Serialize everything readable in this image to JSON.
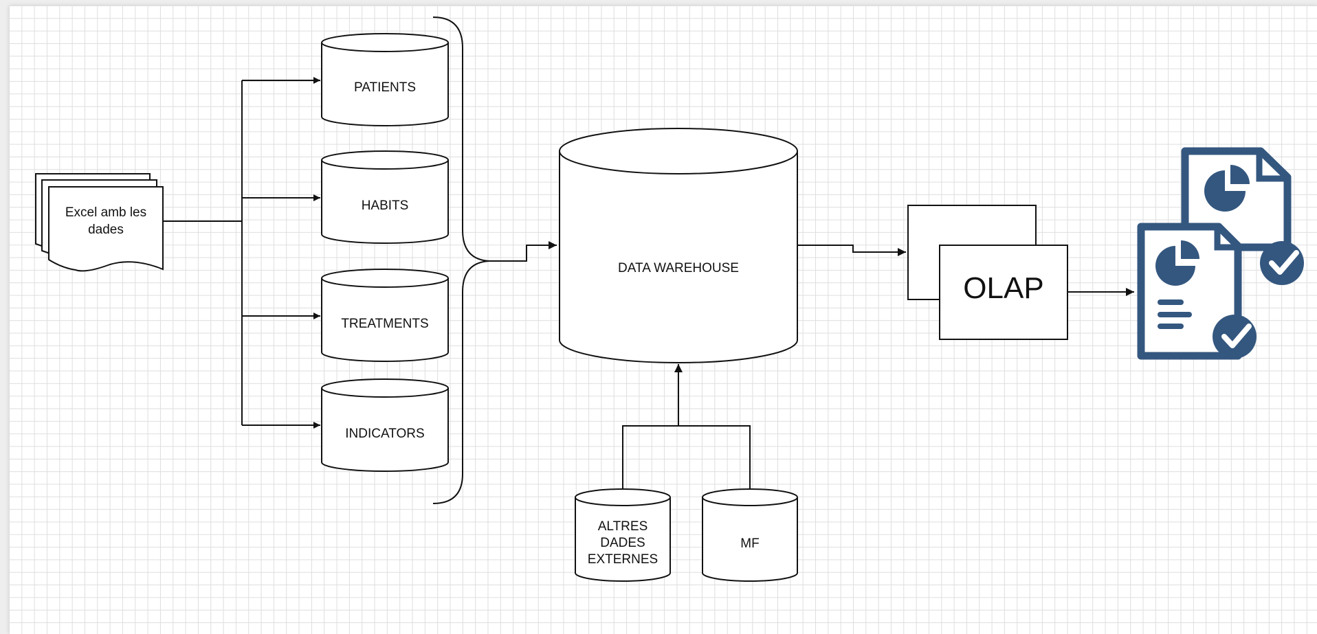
{
  "diagram": {
    "source_document": {
      "line1": "Excel amb les",
      "line2": "dades"
    },
    "tables": [
      {
        "label": "PATIENTS"
      },
      {
        "label": "HABITS"
      },
      {
        "label": "TREATMENTS"
      },
      {
        "label": "INDICATORS"
      }
    ],
    "warehouse": {
      "label": "DATA WAREHOUSE"
    },
    "external_sources": [
      {
        "line1": "ALTRES",
        "line2": "DADES",
        "line3": "EXTERNES"
      },
      {
        "label": "MF"
      }
    ],
    "olap": {
      "label": "OLAP"
    },
    "reports_icon": "reports-icon",
    "colors": {
      "stroke": "#111111",
      "icon": "#34577f",
      "grid": "#dedede",
      "background": "#ffffff"
    }
  }
}
